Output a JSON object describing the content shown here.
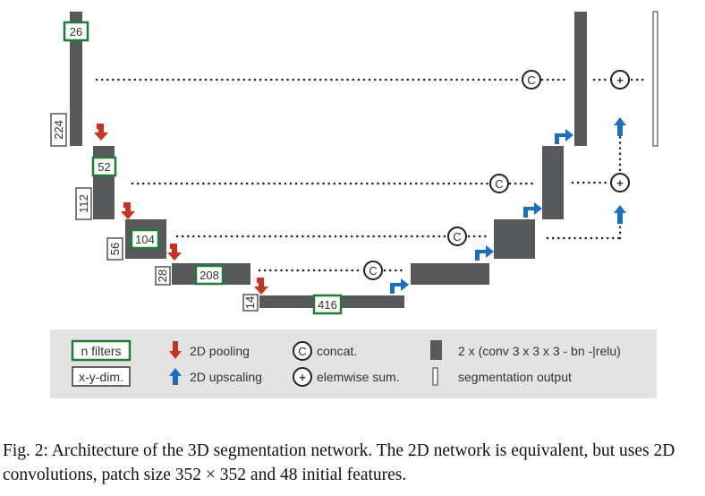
{
  "filters": [
    "26",
    "52",
    "104",
    "208",
    "416"
  ],
  "dims": [
    "224",
    "112",
    "56",
    "28",
    "14"
  ],
  "concat_symbol": "C",
  "sum_symbol": "+",
  "legend": {
    "filters_box": "n filters",
    "dim_box": "x-y-dim.",
    "pooling": "2D pooling",
    "upscaling": "2D upscaling",
    "concat": "concat.",
    "sum": "elemwise sum.",
    "conv": "2 x (conv 3 x 3 x 3 - bn -|relu)",
    "seg": "segmentation output"
  },
  "caption": "Fig. 2: Architecture of the 3D segmentation network. The 2D network is equivalent, but uses 2D convolutions, patch size 352 × 352 and 48 initial features.",
  "colors": {
    "block": "#58595b",
    "filter_border": "#1e7d32",
    "pool_arrow": "#c8321e",
    "up_arrow": "#1a6fc2",
    "legend_bg": "#e3e3e3"
  }
}
